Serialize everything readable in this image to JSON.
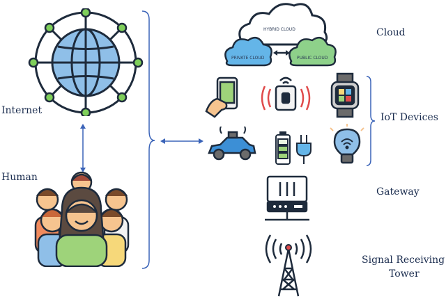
{
  "left_labels": {
    "internet": "Internet",
    "human": "Human"
  },
  "right_labels": {
    "cloud": "Cloud",
    "iot_devices": "IoT Devices",
    "gateway": "Gateway",
    "tower_line1": "Signal Receiving",
    "tower_line2": "Tower"
  },
  "cloud_diagram": {
    "hybrid": "HYBRID CLOUD",
    "private": "PRIVATE CLOUD",
    "public": "PUBLIC CLOUD"
  },
  "colors": {
    "brace": "#3a63b8",
    "label": "#1b2d4f",
    "globe_blue": "#8fbfe8",
    "node_green": "#7fcf5a",
    "cloud_blue": "#64b5e8",
    "cloud_green": "#8ed18a",
    "car_blue": "#3c8fd6",
    "outline": "#1e2b3c"
  }
}
